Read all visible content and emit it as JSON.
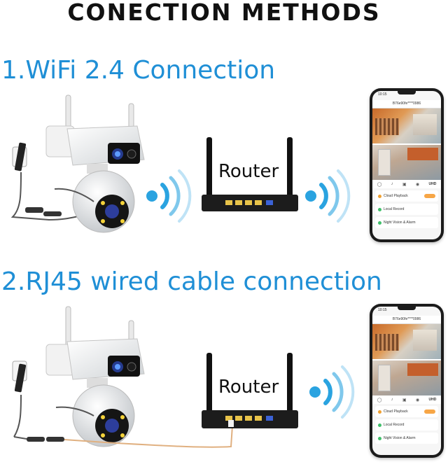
{
  "title": "CONECTION METHODS",
  "section1": {
    "title": "1.WiFi 2.4 Connection",
    "router_label": "Router"
  },
  "section2": {
    "title": "2.RJ45 wired cable connection",
    "router_label": "Router"
  },
  "phone": {
    "time": "10:15",
    "header": "B76e90fe****0986",
    "cloud_playback": "Cloud Playback",
    "local_record": "Local Record",
    "night_vision": "Night Vision & Alarm",
    "hd_label": "UHD"
  },
  "colors": {
    "section_title": "#1f8fd6",
    "wifi_waves": "#2aa3e0",
    "wired_cable": "#e0b080"
  },
  "icons": [
    "camera-icon",
    "router-icon",
    "wifi-signal-icon",
    "smartphone-icon",
    "power-adapter-icon"
  ]
}
